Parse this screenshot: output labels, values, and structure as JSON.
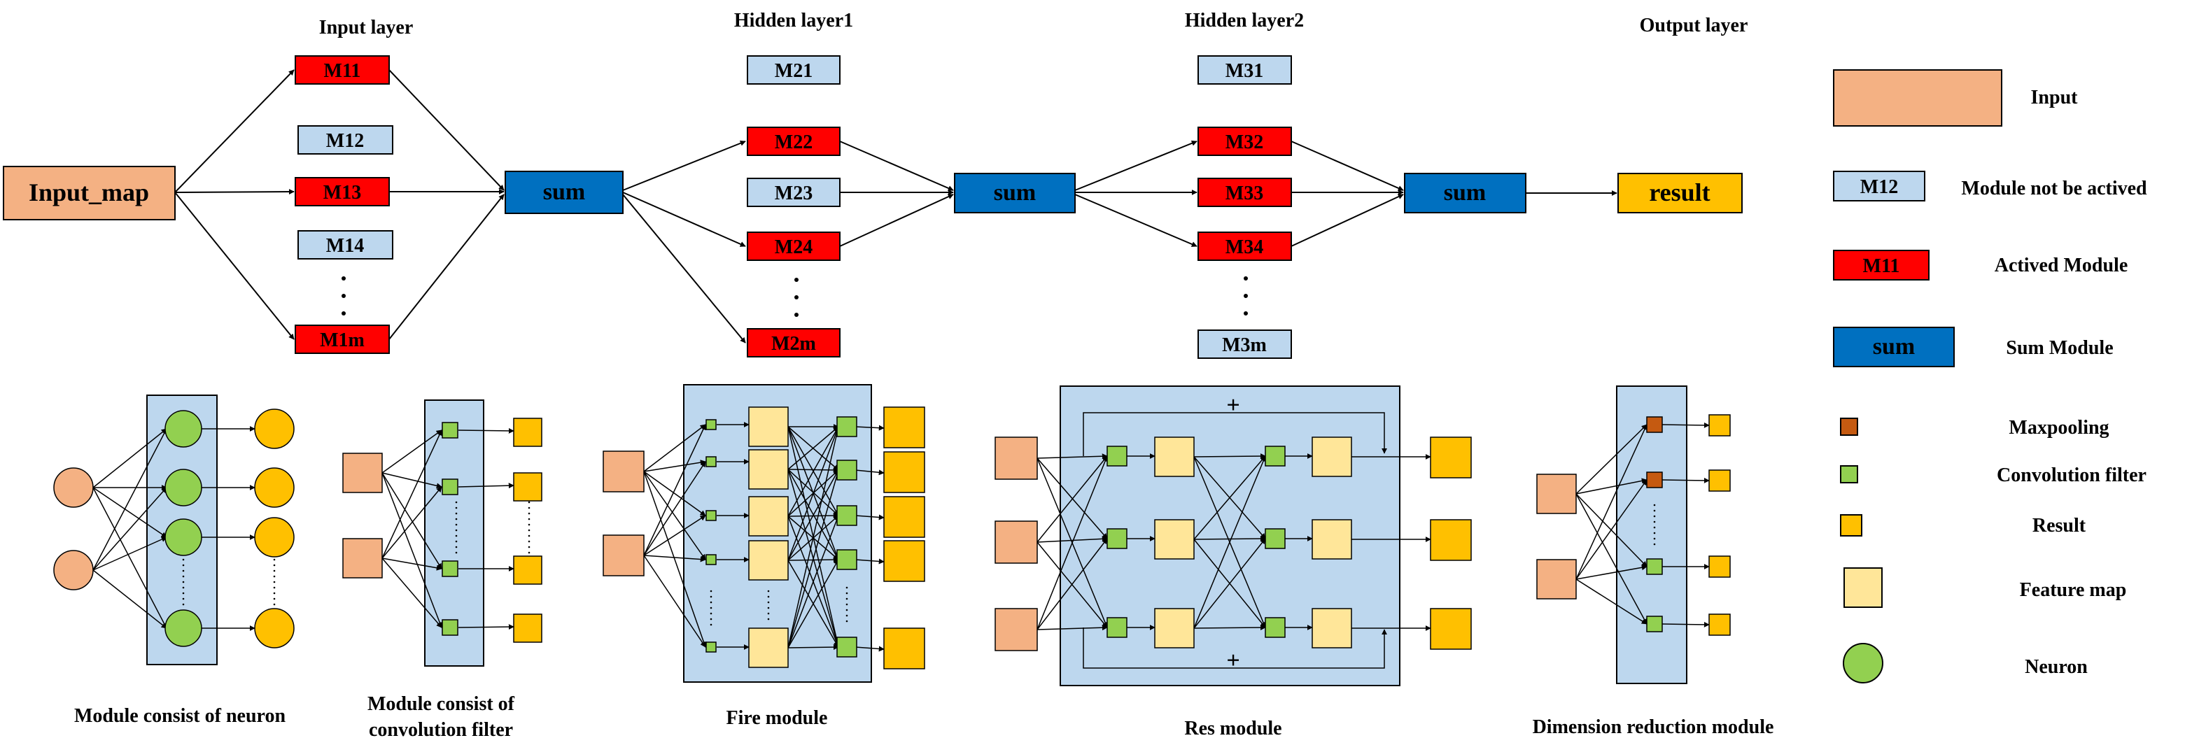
{
  "colors": {
    "input": "#F4B183",
    "inactive": "#BDD7EE",
    "active": "#FF0000",
    "sum": "#0070C0",
    "result": "#FFC000",
    "maxpool": "#C55A11",
    "conv": "#92D050",
    "feature": "#FFE699",
    "neuron": "#92D050",
    "panel": "#BDD7EE"
  },
  "layers": {
    "input": "Input layer",
    "hidden1": "Hidden layer1",
    "hidden2": "Hidden layer2",
    "output": "Output layer"
  },
  "nodes": {
    "input_map": "Input_map",
    "m11": "M11",
    "m12": "M12",
    "m13": "M13",
    "m14": "M14",
    "m1m": "M1m",
    "m21": "M21",
    "m22": "M22",
    "m23": "M23",
    "m24": "M24",
    "m2m": "M2m",
    "m31": "M31",
    "m32": "M32",
    "m33": "M33",
    "m34": "M34",
    "m3m": "M3m",
    "sum": "sum",
    "result": "result"
  },
  "legend": {
    "input_label": "Input",
    "inactive_sample": "M12",
    "inactive_label": "Module not be actived",
    "active_sample": "M11",
    "active_label": "Actived Module",
    "sum_sample": "sum",
    "sum_label": "Sum Module",
    "maxpool_label": "Maxpooling",
    "conv_label": "Convolution filter",
    "result_label": "Result",
    "feature_label": "Feature map",
    "neuron_label": "Neuron"
  },
  "modules": {
    "neuron_caption": "Module consist of neuron",
    "conv_caption_line1": "Module consist of",
    "conv_caption_line2": "convolution filter",
    "fire_caption": "Fire module",
    "res_caption": "Res module",
    "dim_caption": "Dimension reduction module",
    "res_plus": "+"
  }
}
